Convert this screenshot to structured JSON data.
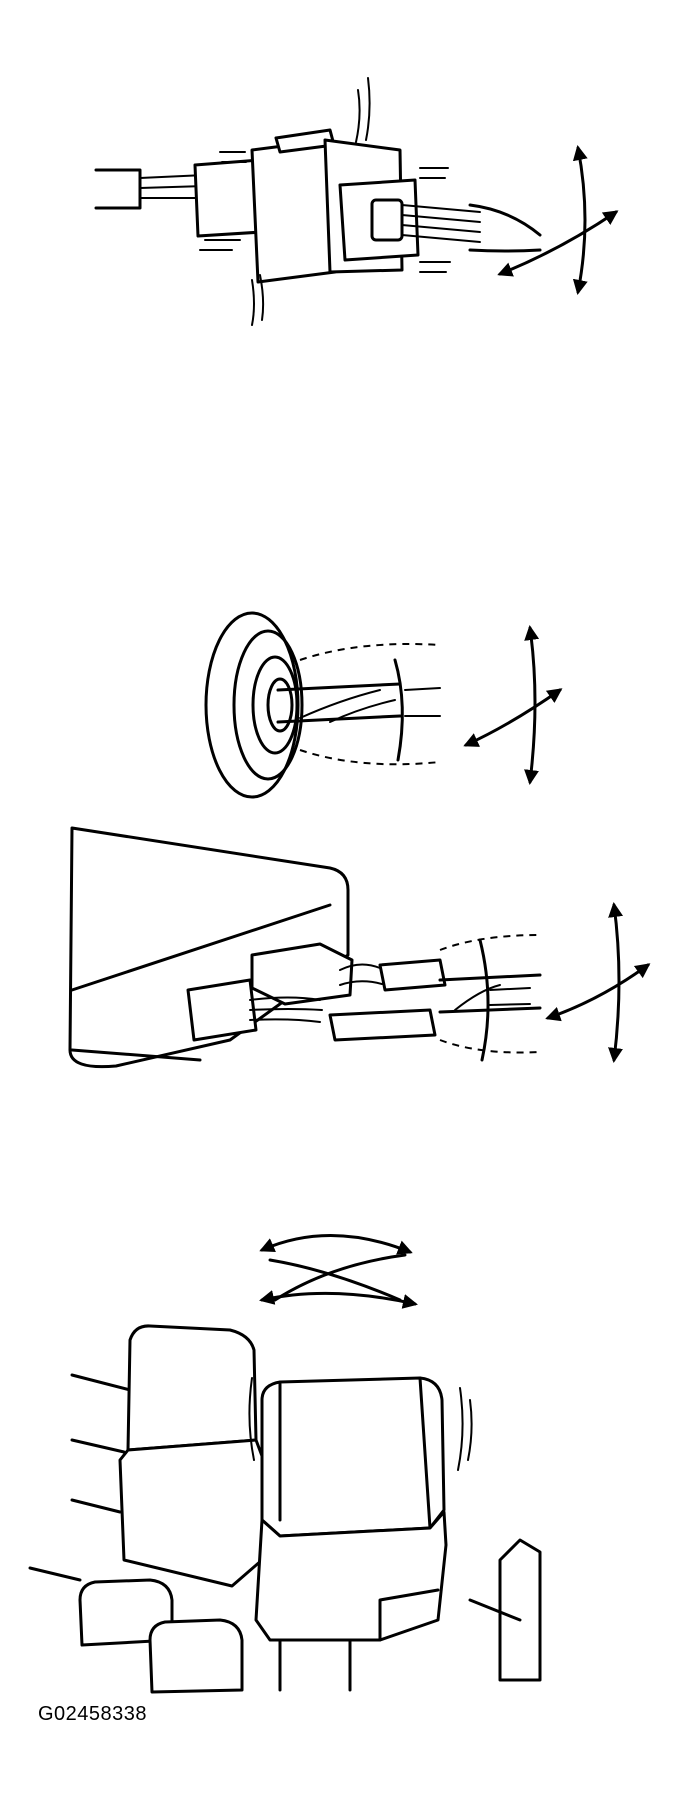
{
  "figure": {
    "caption": "G02458338",
    "panels": [
      {
        "name": "wiggle-connector",
        "arrow_icon": "four-way-arrow-icon"
      },
      {
        "name": "wiggle-grommet-wire",
        "arrow_icon": "four-way-arrow-icon"
      },
      {
        "name": "wiggle-ecu-connectors",
        "arrow_icon": "four-way-arrow-icon"
      },
      {
        "name": "tap-relays",
        "arrow_icon": "cross-arrow-icon"
      }
    ],
    "colors": {
      "ink": "#000000",
      "paper": "#ffffff"
    }
  }
}
